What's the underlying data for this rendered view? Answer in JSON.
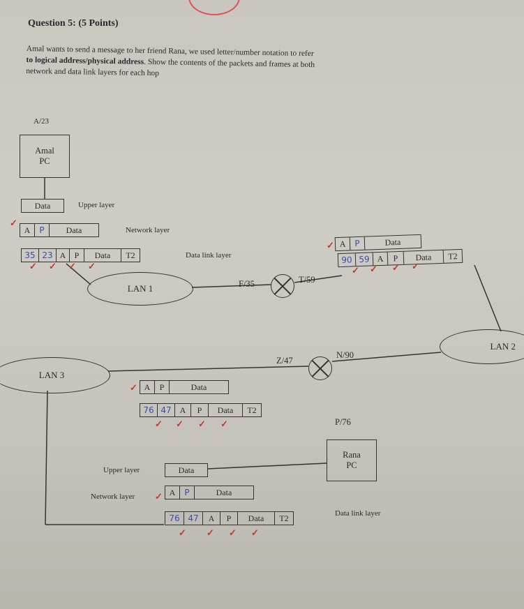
{
  "question": {
    "title": "Question 5: (5 Points)",
    "line1": "Amal wants to send a message to her friend Rana, we used letter/number notation to refer",
    "line2_bold": "to logical address/physical address",
    "line2_rest": ". Show the contents of the packets and frames at both",
    "line3": "network and data link layers for each hop"
  },
  "amal": {
    "address": "A/23",
    "name_line1": "Amal",
    "name_line2": "PC"
  },
  "rana": {
    "address": "P/76",
    "name_line1": "Rana",
    "name_line2": "PC"
  },
  "layers": {
    "upper": "Upper layer",
    "network": "Network layer",
    "datalink": "Data link layer"
  },
  "cells": {
    "data": "Data",
    "a": "A",
    "p": "P",
    "t2": "T2"
  },
  "hop1": {
    "dst": "35",
    "src": "23"
  },
  "hop2": {
    "dst": "90",
    "src": "59"
  },
  "hop3": {
    "dst": "76",
    "src": "47"
  },
  "hop4": {
    "dst": "76",
    "src": "47"
  },
  "lans": {
    "lan1": "LAN 1",
    "lan2": "LAN 2",
    "lan3": "LAN 3"
  },
  "routers": {
    "r1_left": "F/35",
    "r1_right": "T/59",
    "r2_left": "Z/47",
    "r2_right": "N/90"
  },
  "check": "✓"
}
